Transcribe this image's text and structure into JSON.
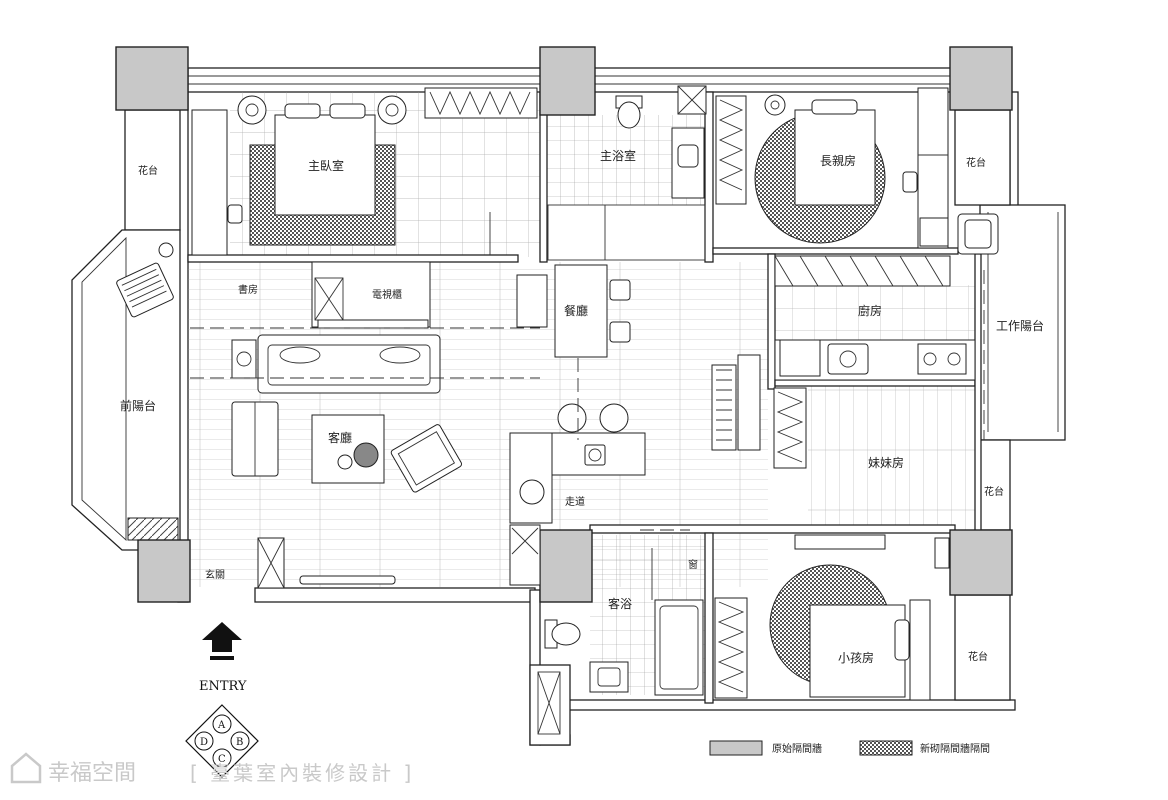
{
  "rooms": {
    "master_bedroom": "主臥室",
    "master_bath": "主浴室",
    "elder_room": "長親房",
    "study": "書房",
    "tv_wall": "電視櫃",
    "dining": "餐廳",
    "kitchen": "廚房",
    "utility_balcony": "工作陽台",
    "living": "客廳",
    "front_balcony": "前陽台",
    "sister_room": "妹妹房",
    "entrance": "玄關",
    "guest_bath": "客浴",
    "son_room": "小孩房",
    "corridor": "走道"
  },
  "window_label": "窗",
  "balcony_labels": [
    "花台",
    "花台",
    "花台",
    "花台"
  ],
  "entry": "ENTRY",
  "compass": [
    "A",
    "B",
    "C",
    "D"
  ],
  "legend": {
    "new_wall": "原始隔間牆",
    "demolished_wall": "新砌隔間牆隔間"
  },
  "watermark": {
    "brand": "幸福空間",
    "company": "[ 臺葉室內裝修設計 ]"
  },
  "colors": {
    "column": "#c8c8c8",
    "line": "#222222",
    "watermark": "#c9c9c9"
  }
}
